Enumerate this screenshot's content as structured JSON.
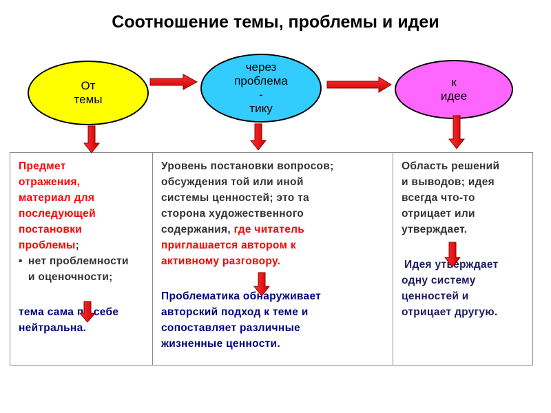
{
  "title": "Соотношение темы, проблемы и идеи",
  "ovals": {
    "theme": [
      "От",
      "темы"
    ],
    "problem": [
      "через",
      "проблема",
      "-",
      "тику"
    ],
    "idea": [
      "к",
      "идее"
    ]
  },
  "colors": {
    "theme_fill": "#ffff00",
    "problem_fill": "#33ccff",
    "idea_fill": "#ff66ff",
    "arrow": "#ff0000"
  },
  "columns": {
    "theme": {
      "p1": [
        "Предмет",
        "отражения,",
        "материал для",
        "последующей",
        "постановки",
        "проблемы"
      ],
      "p1_end": ";",
      "bullet_symbol": "•",
      "bullet": [
        "нет проблемности",
        "и оценочности;"
      ],
      "p3": [
        "тема сама по себе",
        "нейтральна."
      ]
    },
    "problem": {
      "p1": [
        "Уровень постановки вопросов;",
        "обсуждения той или иной",
        "системы ценностей; это та",
        "сторона художественного"
      ],
      "p1_last": "содержания,",
      "p1_red": [
        "где читатель",
        "приглашается автором к",
        "активному разговору."
      ],
      "p2": [
        "Проблематика обнаруживает",
        "авторский подход к теме и",
        "сопоставляет различные",
        "жизненные ценности."
      ]
    },
    "idea": {
      "p1": [
        "Область решений",
        "и выводов; идея",
        "всегда что-то",
        "отрицает или",
        "утверждает."
      ],
      "p2": [
        "Идея утверждает",
        "одну систему",
        "ценностей и",
        "отрицает другую."
      ]
    }
  }
}
